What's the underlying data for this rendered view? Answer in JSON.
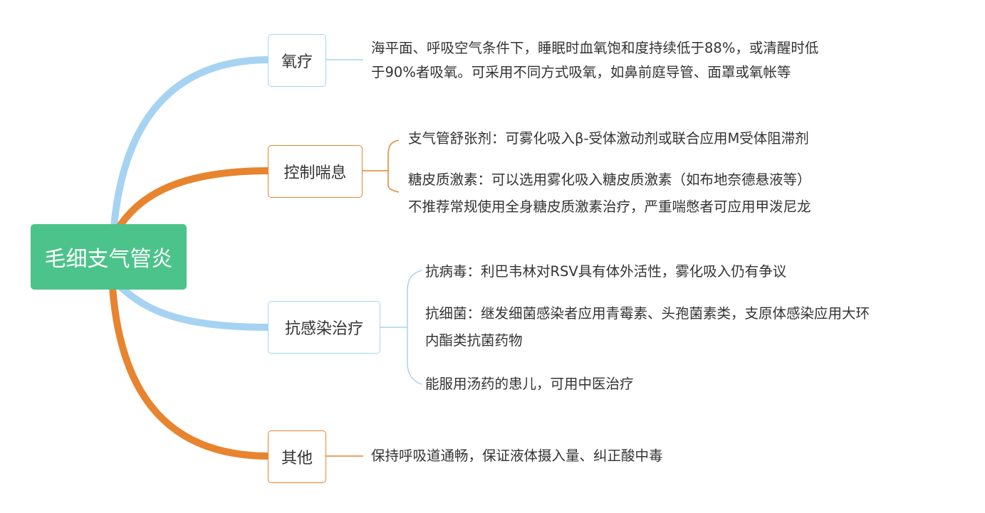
{
  "root": {
    "label": "毛细支气管炎"
  },
  "colors": {
    "root": "#4cc38a",
    "blue": "#a6d3f2",
    "orange": "#e8842f"
  },
  "branches": [
    {
      "label": "氧疗",
      "leaves": [
        "海平面、呼吸空气条件下，睡眠时血氧饱和度持续低于88%，或清醒时低",
        "于90%者吸氧。可采用不同方式吸氧，如鼻前庭导管、面罩或氧帐等"
      ]
    },
    {
      "label": "控制喘息",
      "leaves": [
        "支气管舒张剂：可雾化吸入β-受体激动剂或联合应用M受体阻滞剂",
        "糖皮质激素：可以选用雾化吸入糖皮质激素（如布地奈德悬液等）",
        "不推荐常规使用全身糖皮质激素治疗，严重喘憋者可应用甲泼尼龙"
      ]
    },
    {
      "label": "抗感染治疗",
      "leaves": [
        "抗病毒：利巴韦林对RSV具有体外活性，雾化吸入仍有争议",
        "抗细菌：继发细菌感染者应用青霉素、头孢菌素类，支原体感染应用大环",
        "内酯类抗菌药物",
        "能服用汤药的患儿，可用中医治疗"
      ]
    },
    {
      "label": "其他",
      "leaves": [
        "保持呼吸道通畅，保证液体摄入量、纠正酸中毒"
      ]
    }
  ]
}
